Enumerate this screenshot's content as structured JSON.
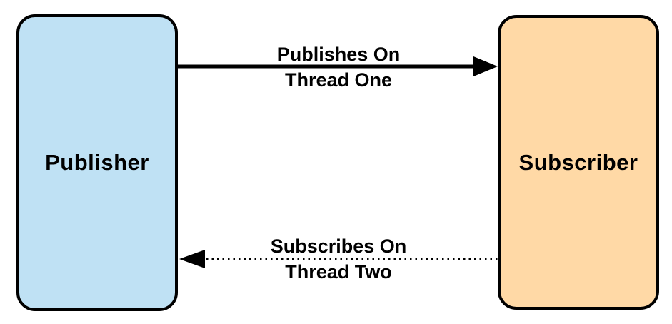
{
  "diagram": {
    "background_color": "#ffffff",
    "line_color": "#000000",
    "text_color": "#000000",
    "nodes": [
      {
        "id": "publisher",
        "label": "Publisher",
        "fill": "#bfe1f4",
        "border_color": "#000000",
        "shape": "rounded-rectangle"
      },
      {
        "id": "subscriber",
        "label": "Subscriber",
        "fill": "#ffd9a6",
        "border_color": "#000000",
        "shape": "rounded-rectangle"
      }
    ],
    "edges": [
      {
        "id": "publish-edge",
        "from": "publisher",
        "to": "subscriber",
        "style": "solid",
        "direction": "right",
        "label": [
          "Publishes On",
          "Thread One"
        ]
      },
      {
        "id": "subscribe-edge",
        "from": "subscriber",
        "to": "publisher",
        "style": "dotted",
        "direction": "left",
        "label": [
          "Subscribes On",
          "Thread Two"
        ]
      }
    ]
  }
}
